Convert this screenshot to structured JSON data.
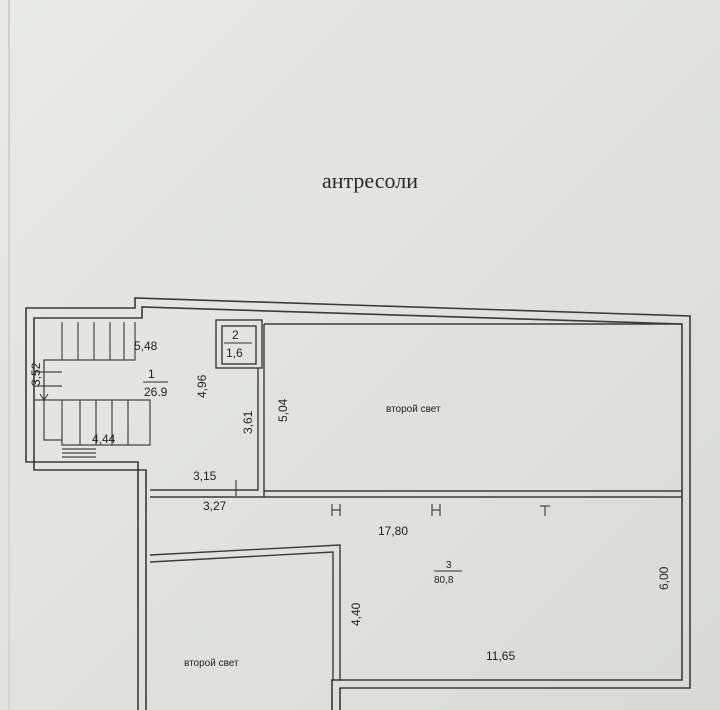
{
  "title": "антресоли",
  "rooms": [
    {
      "number": "1",
      "area": "26.9"
    },
    {
      "number": "2",
      "area": "1,6"
    },
    {
      "number": "3",
      "area": "80,8"
    }
  ],
  "second_light_labels": [
    "второй свет",
    "второй свет"
  ],
  "dimensions": {
    "stairs_top": "5,48",
    "stairs_side": "3,52",
    "stairs_bottom": "4,44",
    "room1_vertical": "4,96",
    "room1_bottom": "3,15",
    "room1_right": "3,61",
    "corridor": "3,27",
    "void_height": "5,04",
    "hall_width": "17,80",
    "hall_height": "6,00",
    "lower_void_height": "4,40",
    "hall_bottom": "11,65"
  },
  "colors": {
    "wall": "#3a3a3a",
    "paper": "#e6e7e3",
    "line": "#444444"
  }
}
